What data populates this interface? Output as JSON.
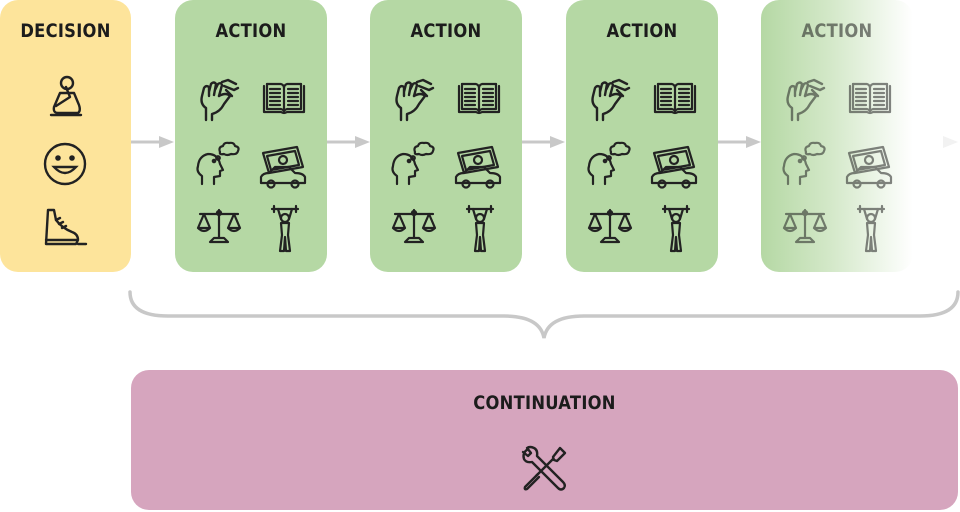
{
  "decision": {
    "title": "DECISION",
    "icons": [
      "thinking-person-icon",
      "smiley-face-icon",
      "running-shoe-icon"
    ],
    "color": "#fde49b"
  },
  "actions": [
    {
      "title": "ACTION",
      "icons": [
        "hand-gesture-icon",
        "open-book-icon",
        "thinking-head-icon",
        "money-car-icon",
        "balance-scale-icon",
        "weightlifter-icon"
      ]
    },
    {
      "title": "ACTION",
      "icons": [
        "hand-gesture-icon",
        "open-book-icon",
        "thinking-head-icon",
        "money-car-icon",
        "balance-scale-icon",
        "weightlifter-icon"
      ]
    },
    {
      "title": "ACTION",
      "icons": [
        "hand-gesture-icon",
        "open-book-icon",
        "thinking-head-icon",
        "money-car-icon",
        "balance-scale-icon",
        "weightlifter-icon"
      ]
    },
    {
      "title": "ACTION",
      "icons": [
        "hand-gesture-icon",
        "open-book-icon",
        "thinking-head-icon",
        "money-car-icon",
        "balance-scale-icon",
        "weightlifter-icon"
      ],
      "faded": true
    }
  ],
  "action_color": "#b5d8a4",
  "continuation": {
    "title": "CONTINUATION",
    "icon": "wrench-screwdriver-icon",
    "color": "#d6a5be"
  },
  "connector_color": "#c8c8c8"
}
